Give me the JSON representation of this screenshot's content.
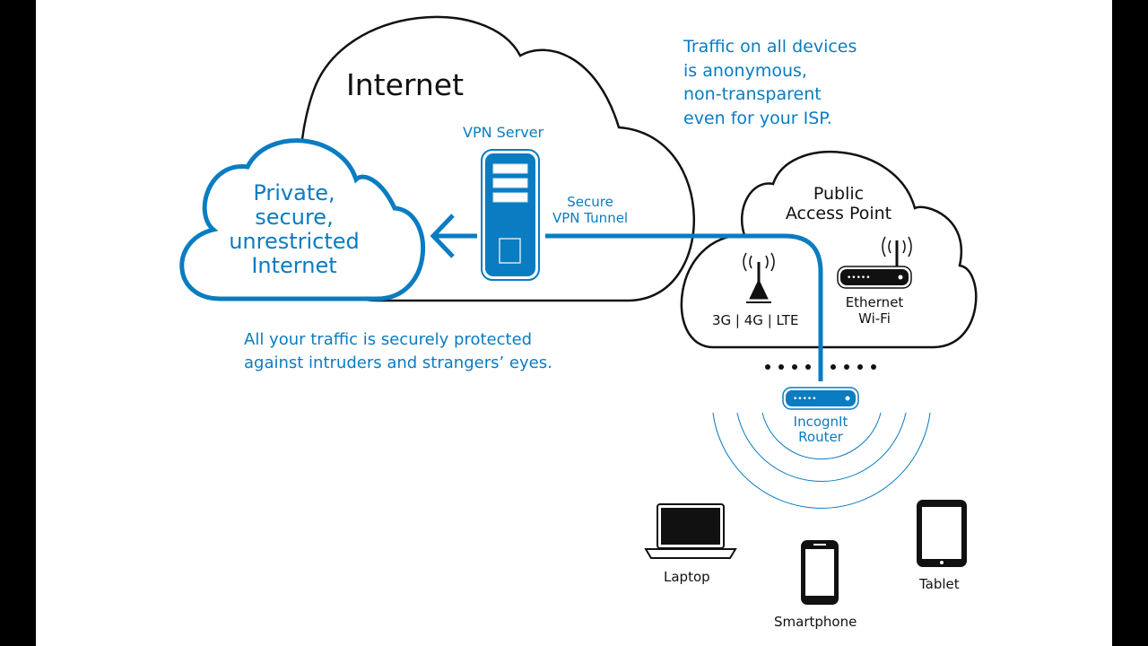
{
  "colors": {
    "accent": "#0a7cc1",
    "outline": "#111111",
    "background": "#ffffff"
  },
  "labels": {
    "internet": "Internet",
    "vpn_server": "VPN Server",
    "secure_tunnel": "Secure\nVPN Tunnel",
    "private_cloud": "Private,\nsecure,\nunrestricted\nInternet",
    "anonymous_note": "Traffic on all devices\nis anonymous,\nnon-transparent\neven for your ISP.",
    "protected_note": "All your traffic is securely protected\nagainst intruders and strangers’ eyes.",
    "public_access_point": "Public\nAccess Point",
    "mobile_networks": "3G | 4G | LTE",
    "ethernet_wifi": "Ethernet\nWi-Fi",
    "router": "IncognIt\nRouter",
    "laptop": "Laptop",
    "smartphone": "Smartphone",
    "tablet": "Tablet"
  },
  "icons": [
    "server-icon",
    "cell-tower-icon",
    "wifi-router-icon",
    "incognit-router-icon",
    "laptop-icon",
    "smartphone-icon",
    "tablet-icon",
    "arrow-left-icon"
  ]
}
